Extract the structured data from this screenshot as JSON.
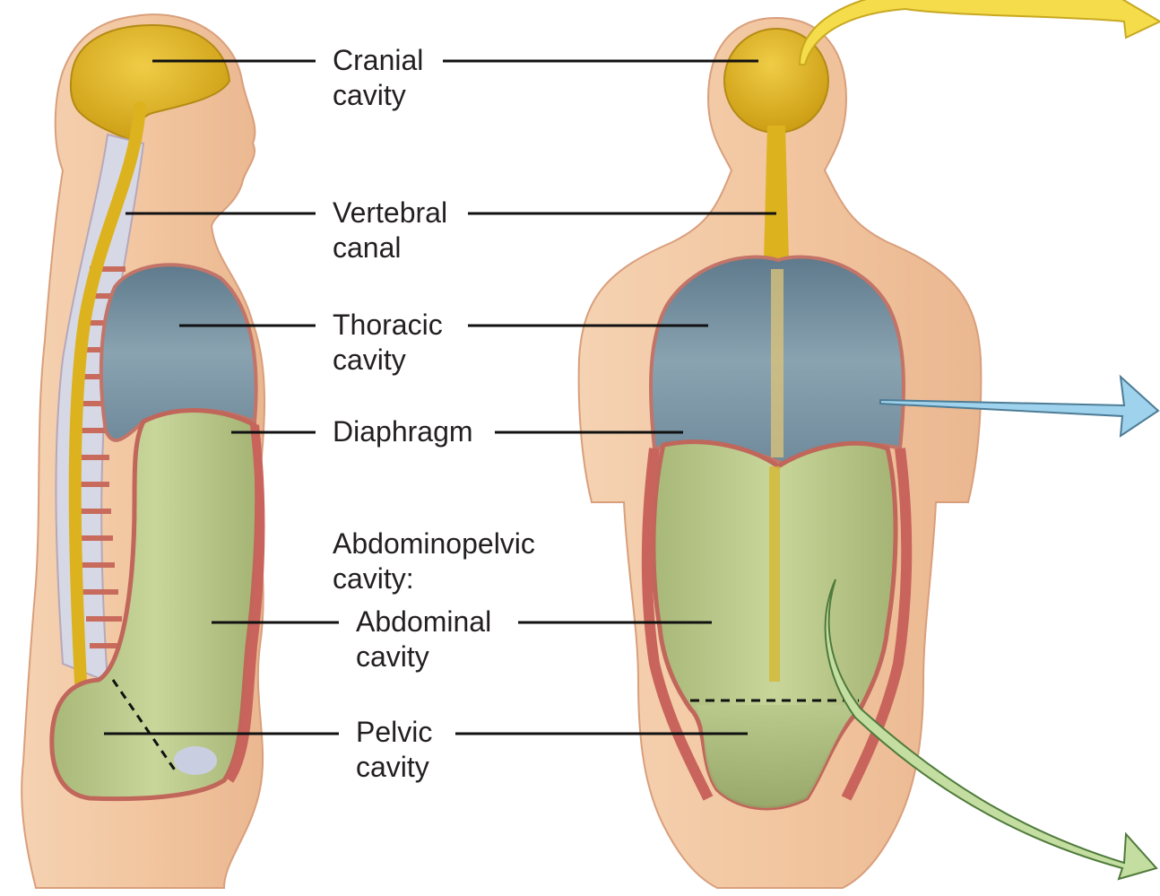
{
  "labels": {
    "cranial_1": "Cranial",
    "cranial_2": "cavity",
    "vertebral_1": "Vertebral",
    "vertebral_2": "canal",
    "thoracic_1": "Thoracic",
    "thoracic_2": "cavity",
    "diaphragm": "Diaphragm",
    "abdominopelvic_1": "Abdominopelvic",
    "abdominopelvic_2": "cavity:",
    "abdominal_1": "Abdominal",
    "abdominal_2": "cavity",
    "pelvic_1": "Pelvic",
    "pelvic_2": "cavity"
  },
  "colors": {
    "skin": "#f2c9a5",
    "skin_dark": "#e3a987",
    "cranial": "#e0b622",
    "thoracic": "#7e98a8",
    "abdominopelvic": "#bccc8e",
    "muscle": "#c9645c",
    "arrow_yellow": "#f4dc4a",
    "arrow_blue": "#9fd2ec",
    "arrow_green": "#c3dea0",
    "leader": "#111111"
  }
}
